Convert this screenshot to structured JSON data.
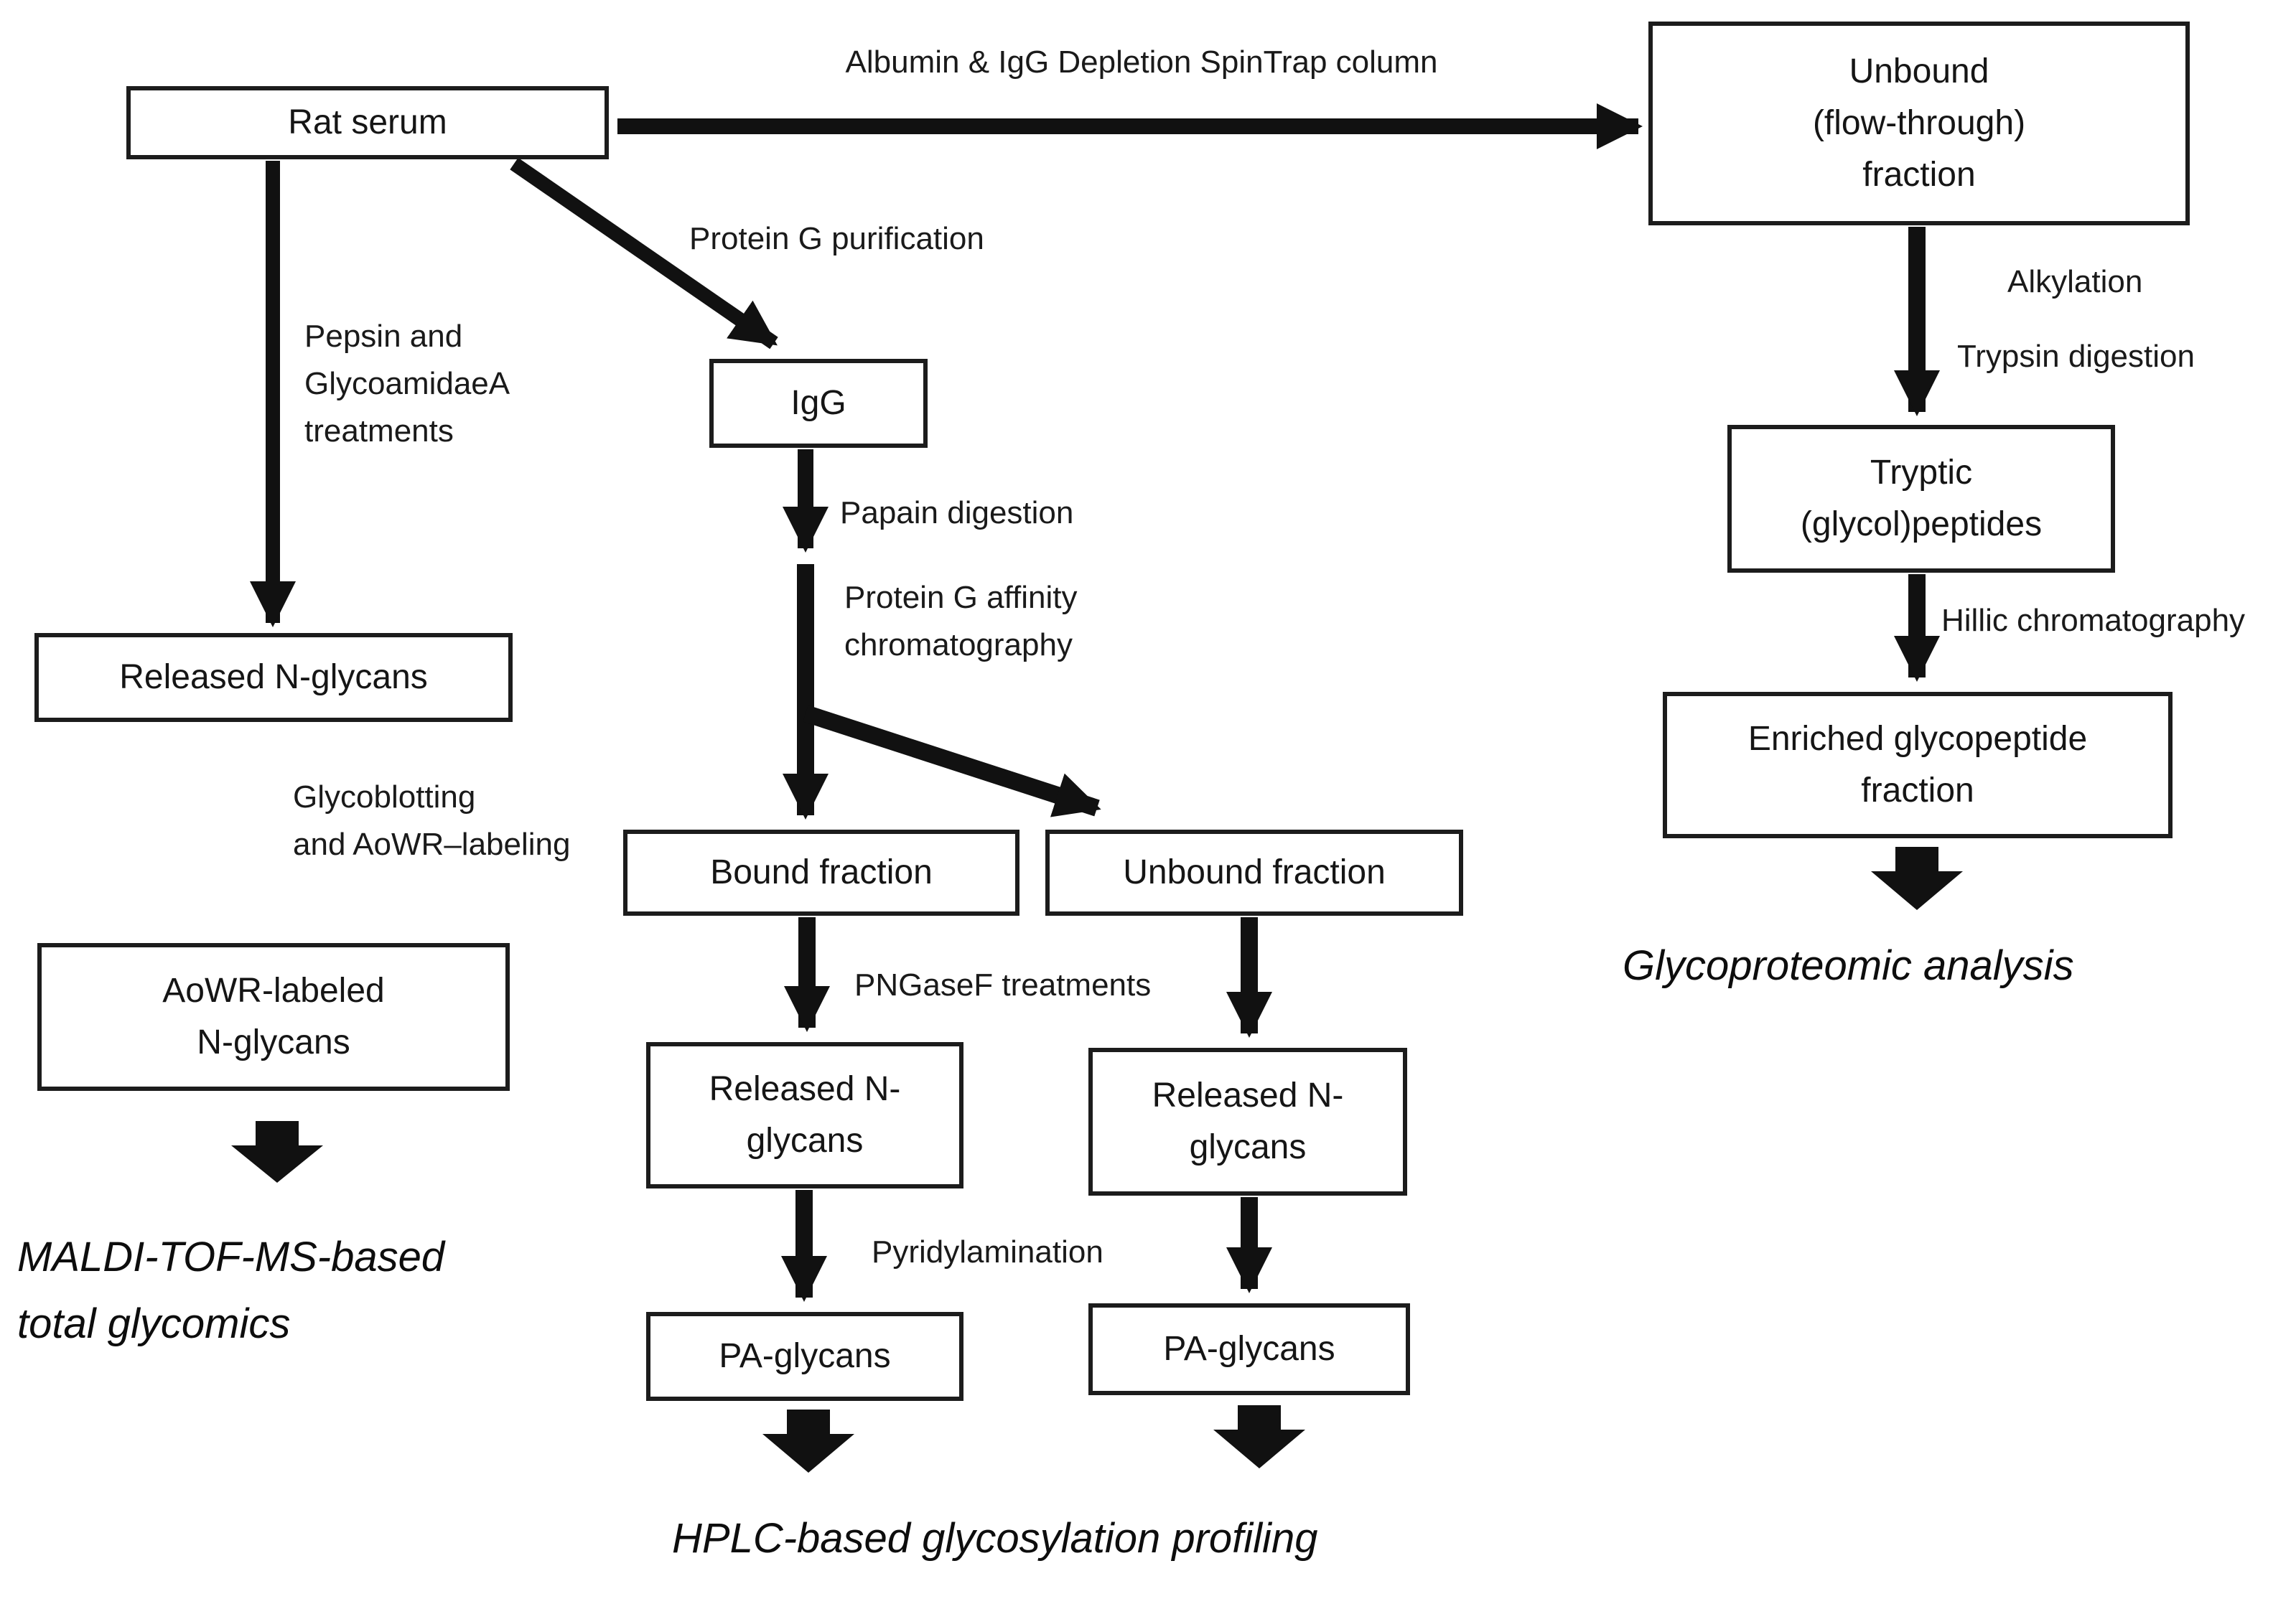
{
  "figure": {
    "type": "flowchart",
    "background_color": "#ffffff",
    "ink_color": "#111111"
  },
  "nodes": {
    "rat_serum": "Rat serum",
    "unbound_flowthrough": "Unbound\n(flow-through)\nfraction",
    "igg": "IgG",
    "released_serum": "Released N-glycans",
    "aowr_labeled": "AoWR-labeled\nN-glycans",
    "bound_fraction": "Bound fraction",
    "unbound_fraction": "Unbound fraction",
    "released_bound": "Released N-\nglycans",
    "released_unbound": "Released N-\nglycans",
    "pa_bound": "PA-glycans",
    "pa_unbound": "PA-glycans",
    "tryptic_peptides": "Tryptic\n(glycol)peptides",
    "enriched_glycopeptide": "Enriched glycopeptide\nfraction"
  },
  "edge_labels": {
    "albumin_spintrap": "Albumin & IgG Depletion SpinTrap column",
    "pepsin_treatments": "Pepsin and\nGlycoamidaeA\ntreatments",
    "protein_g_purification": "Protein G purification",
    "papain_digestion": "Papain digestion",
    "protein_g_affinity": "Protein G affinity\nchromatography",
    "pngasef_treatments": "PNGaseF treatments",
    "pyridylamination": "Pyridylamination",
    "glycoblotting": "Glycoblotting\nand AoWR–labeling",
    "alkylation": "Alkylation",
    "trypsin_digestion": "Trypsin digestion",
    "hillic_chromatography": "Hillic chromatography"
  },
  "results": {
    "maldi_glycomics": "MALDI-TOF-MS-based\ntotal glycomics",
    "hplc_profiling": "HPLC-based glycosylation profiling",
    "glycoproteomic_analysis": "Glycoproteomic analysis"
  }
}
